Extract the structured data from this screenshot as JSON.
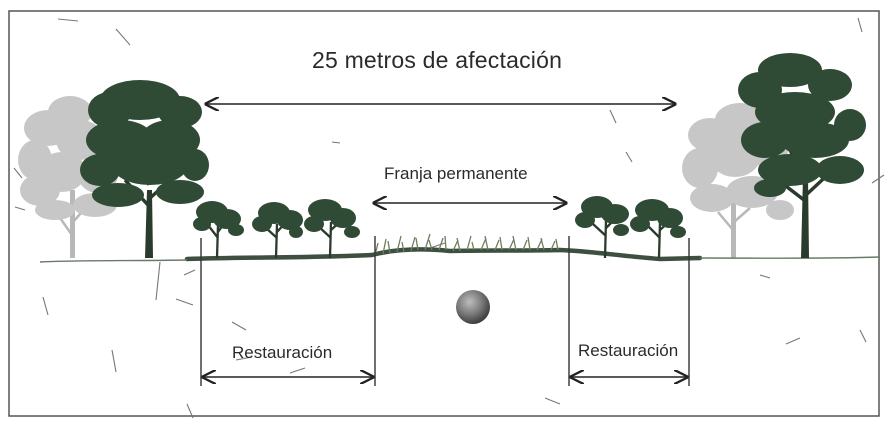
{
  "labels": {
    "affected_width": "25 metros de afectación",
    "permanent_strip": "Franja permanente",
    "restoration_left": "Restauración",
    "restoration_right": "Restauración"
  },
  "colors": {
    "dark_tree": "#2f4a35",
    "light_tree": "#bcbcbc",
    "ground": "#3d4f3f",
    "pipe": "#8a8a8a",
    "frame": "#555555"
  }
}
